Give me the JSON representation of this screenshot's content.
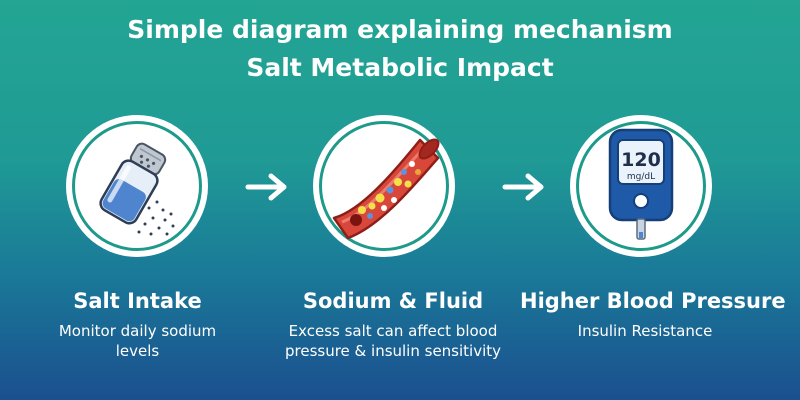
{
  "header": {
    "title_line1": "Simple diagram explaining mechanism",
    "title_line2": "Salt Metabolic Impact"
  },
  "steps": [
    {
      "title": "Salt Intake",
      "description": "Monitor daily sodium levels",
      "icon": "salt-shaker-icon"
    },
    {
      "title": "Sodium & Fluid",
      "description": "Excess salt can affect blood pressure & insulin sensitivity",
      "icon": "blood-vessel-icon"
    },
    {
      "title": "Higher Blood Pressure",
      "description": "Insulin Resistance",
      "icon": "glucose-meter-icon"
    }
  ],
  "meter": {
    "value": "120",
    "unit": "mg/dL"
  },
  "colors": {
    "background_top": "#23a593",
    "background_bottom": "#1b4f8f",
    "ring": "#1e9a8a",
    "vessel": "#d9473a",
    "meter_body": "#1f5aa8"
  }
}
